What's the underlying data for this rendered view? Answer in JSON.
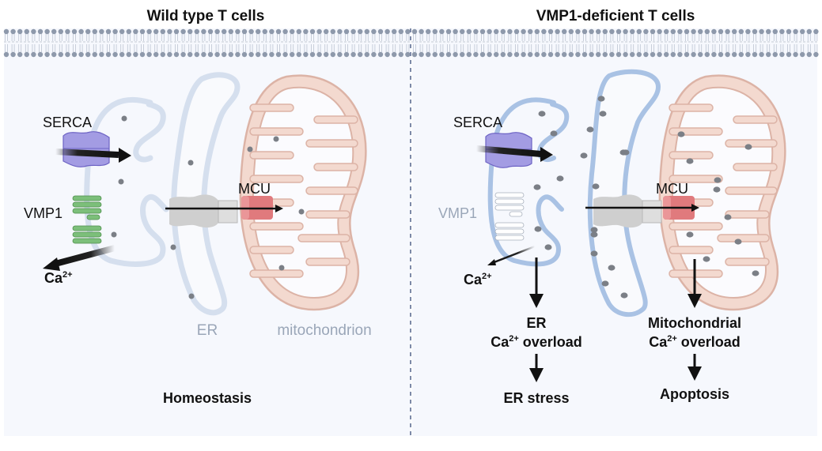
{
  "panels": {
    "left": {
      "title": "Wild type T cells",
      "serca_label": "SERCA",
      "vmp1_label": "VMP1",
      "mcu_label": "MCU",
      "ca_label": "Ca",
      "ca_charge": "2+",
      "er_label": "ER",
      "mito_label": "mitochondrion",
      "outcome": "Homeostasis"
    },
    "right": {
      "title": "VMP1-deficient T cells",
      "serca_label": "SERCA",
      "vmp1_label": "VMP1",
      "mcu_label": "MCU",
      "ca_label": "Ca",
      "ca_charge": "2+",
      "er_overload_line1": "ER",
      "er_overload_ca": "Ca",
      "er_overload_charge": "2+",
      "er_overload_rest": " overload",
      "er_outcome": "ER stress",
      "mito_overload_line1": "Mitochondrial",
      "mito_overload_ca": "Ca",
      "mito_overload_charge": "2+",
      "mito_overload_rest": " overload",
      "mito_outcome": "Apoptosis"
    }
  },
  "colors": {
    "panel_bg": "#f6f8fd",
    "membrane": "#8e99ab",
    "er_stroke": "#c9d6ea",
    "er_stroke_deficient": "#a9c2e4",
    "mito_fill": "#f3d9cf",
    "mito_stroke": "#dcb3a6",
    "serca": "#9f97e0",
    "vmp1": "#7cbf7a",
    "mcu": "#e0767a",
    "channel": "#c9c9c9",
    "ion": "#7b7f86"
  }
}
